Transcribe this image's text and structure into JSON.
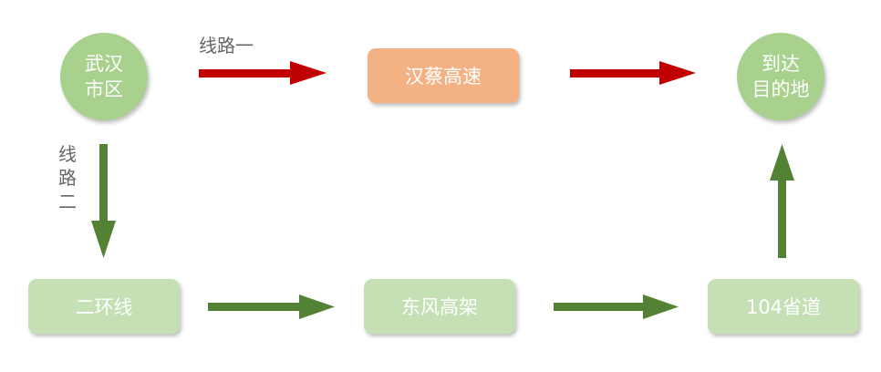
{
  "nodes": {
    "start": "武汉\n市区",
    "start_l1": "武汉",
    "start_l2": "市区",
    "end_l1": "到达",
    "end_l2": "目的地",
    "hancai": "汉蔡高速",
    "erhuan": "二环线",
    "dongfeng": "东风高架",
    "s104": "104省道"
  },
  "labels": {
    "route1": "线路一",
    "route2_chars": [
      "线",
      "路",
      "二"
    ]
  },
  "colors": {
    "route1": "#c00000",
    "route2": "#548235",
    "circle": "#a9d18e",
    "orange_box": "#f4b183",
    "green_box": "#c5e0b4"
  }
}
